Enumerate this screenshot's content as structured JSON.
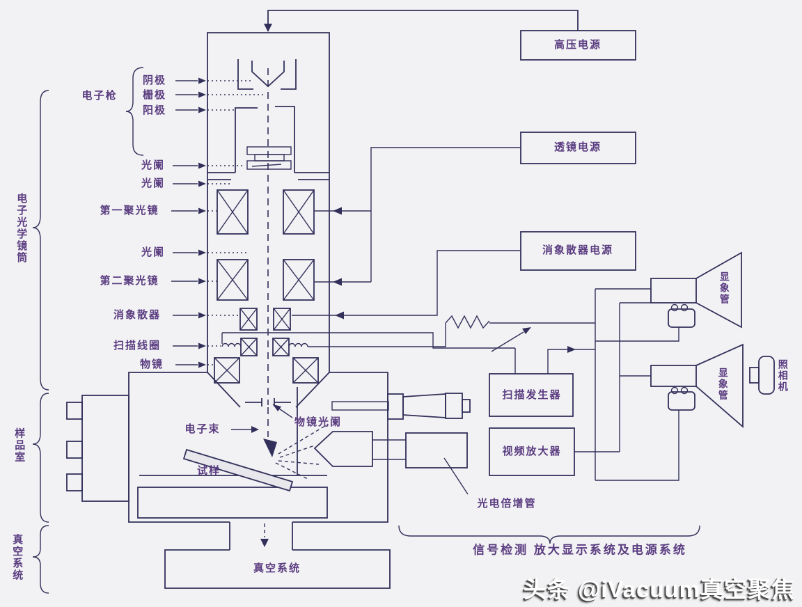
{
  "diagram": {
    "sections": {
      "column": "电子光学镜筒",
      "chamber": "样品室",
      "vacuum": "真空系统"
    },
    "gun": {
      "group": "电子枪",
      "cathode": "阴极",
      "grid": "栅极",
      "anode": "阳极"
    },
    "column_parts": {
      "aperture_1": "光阑",
      "aperture_2": "光阑",
      "condenser_1": "第一聚光镜",
      "aperture_3": "光阑",
      "condenser_2": "第二聚光镜",
      "stigmator": "消象散器",
      "scan_coil": "扫描线圈",
      "objective": "物镜",
      "objective_aperture": "物镜光阑"
    },
    "chamber_parts": {
      "electron_beam": "电子束",
      "specimen": "试样",
      "photomultiplier": "光电倍增管"
    },
    "boxes": {
      "hv_supply": "高压电源",
      "lens_supply": "透镜电源",
      "stigmator_supply": "消象散器电源",
      "scan_generator": "扫描发生器",
      "video_amplifier": "视频放大器",
      "vacuum_system": "真空系统"
    },
    "display": {
      "crt_upper": "显象管",
      "crt_lower": "显象管",
      "camera": "照相机"
    },
    "caption": "信号检测  放大显示系统及电源系统",
    "watermark": "头条 @iVacuum真空聚焦"
  },
  "colors": {
    "line": "#32305a",
    "text": "#5a3c80",
    "background": "#f2f2f4"
  }
}
